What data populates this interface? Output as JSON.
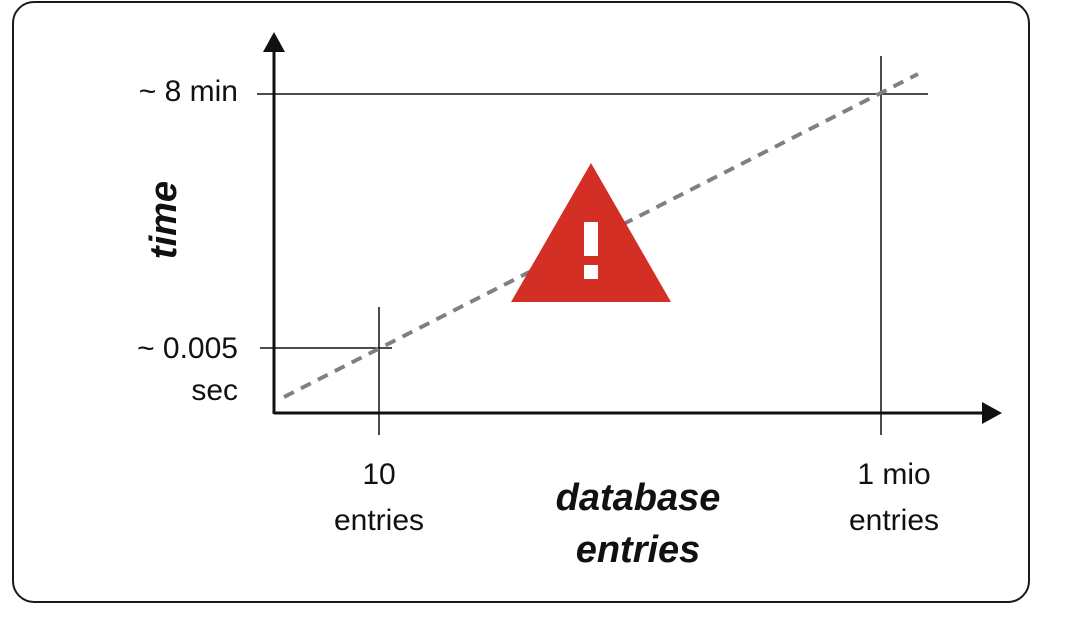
{
  "chart_data": {
    "type": "line",
    "xlabel": [
      "database",
      "entries"
    ],
    "ylabel": "time",
    "x_ticks": [
      {
        "lines": [
          "10",
          "entries"
        ]
      },
      {
        "lines": [
          "1 mio",
          "entries"
        ]
      }
    ],
    "y_ticks": [
      {
        "lines": [
          "~ 0.005",
          "sec"
        ]
      },
      {
        "lines": [
          "~ 8 min"
        ]
      }
    ],
    "points": [
      {
        "x": "10 entries",
        "y": "~ 0.005 sec"
      },
      {
        "x": "1 mio entries",
        "y": "~ 8 min"
      }
    ],
    "trend_line": {
      "style": "dashed",
      "color": "#808080"
    },
    "warning_icon": {
      "icon": "warning-triangle-icon",
      "color": "#d32f25"
    },
    "axis_color": "#111111"
  }
}
